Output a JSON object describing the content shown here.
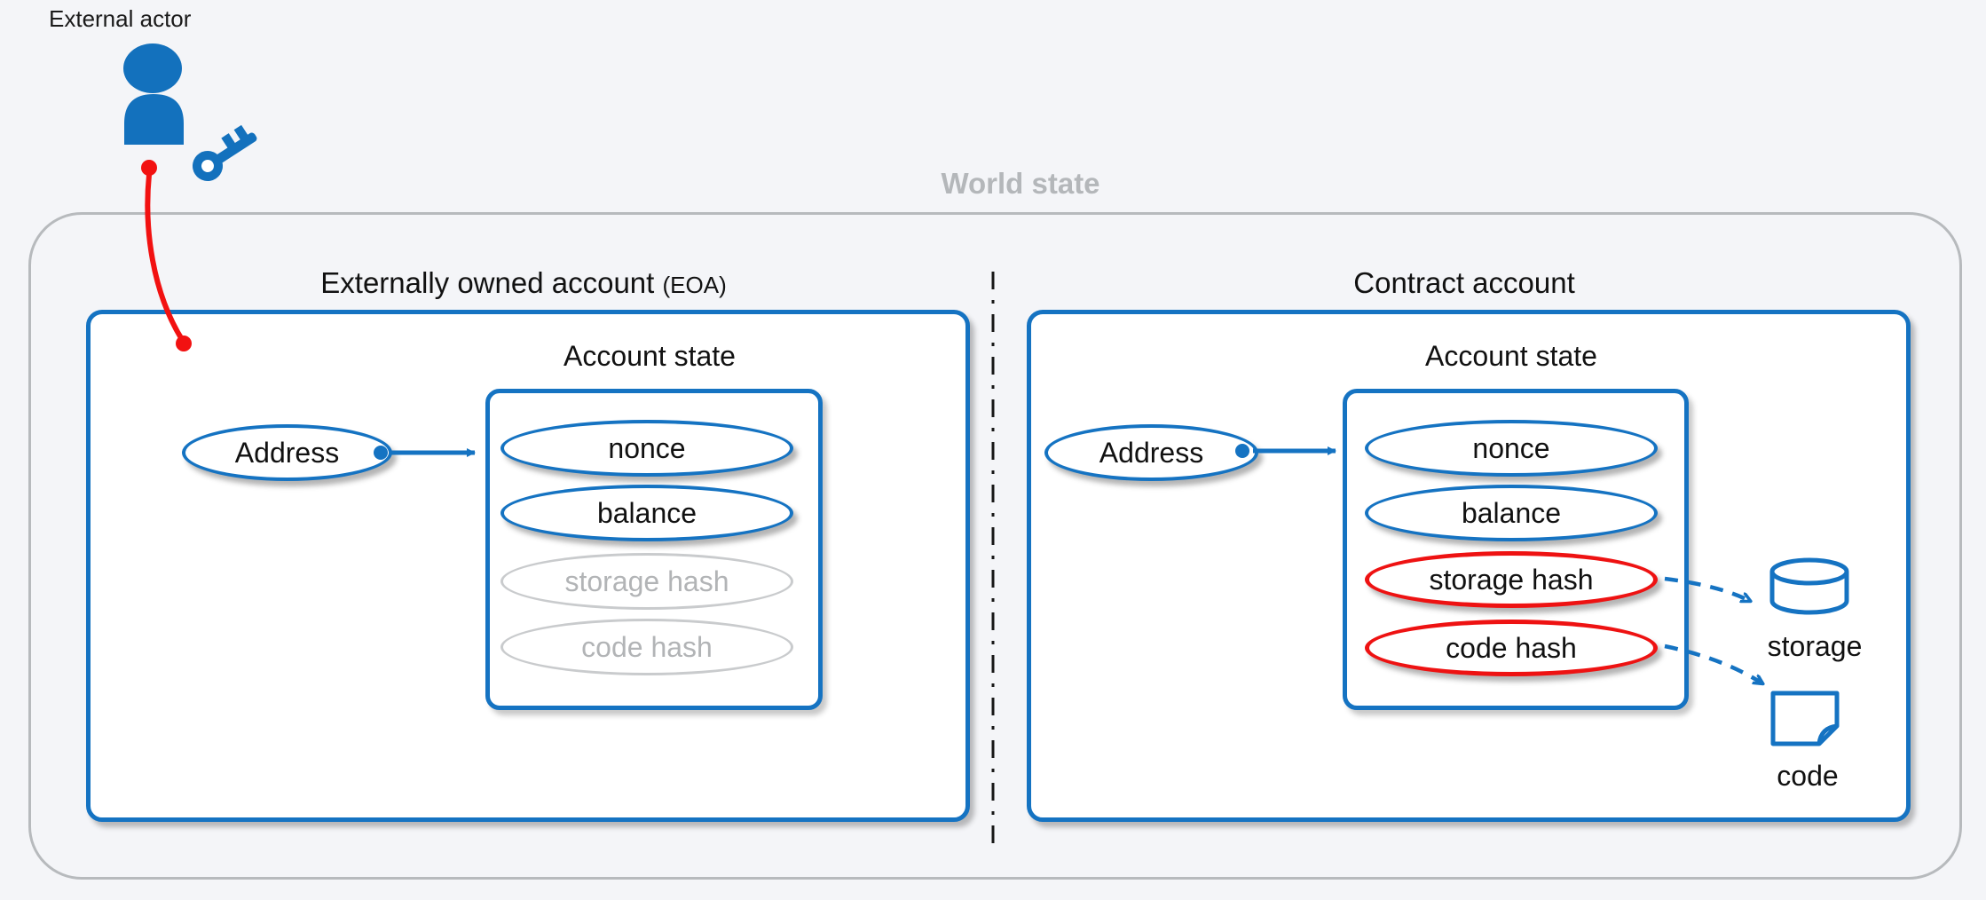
{
  "diagram": {
    "external_actor": {
      "label": "External actor"
    },
    "world_state": {
      "label": "World state"
    },
    "eoa": {
      "title_main": "Externally owned account",
      "title_suffix": "(EOA)",
      "account_state_label": "Account state",
      "address_label": "Address",
      "fields": [
        {
          "label": "nonce",
          "state": "active"
        },
        {
          "label": "balance",
          "state": "active"
        },
        {
          "label": "storage hash",
          "state": "unused"
        },
        {
          "label": "code hash",
          "state": "unused"
        }
      ]
    },
    "contract": {
      "title_main": "Contract account",
      "account_state_label": "Account state",
      "address_label": "Address",
      "fields": [
        {
          "label": "nonce",
          "state": "active"
        },
        {
          "label": "balance",
          "state": "active"
        },
        {
          "label": "storage hash",
          "state": "highlighted"
        },
        {
          "label": "code hash",
          "state": "highlighted"
        }
      ],
      "storage_icon_label": "storage",
      "code_icon_label": "code"
    },
    "icons": [
      "person-icon",
      "key-icon",
      "database-cylinder-icon",
      "document-icon"
    ],
    "colors": {
      "accent_blue": "#1573c2",
      "highlight_red": "#ee1212",
      "muted_gray": "#b7babd",
      "background": "#f4f5f8",
      "text_black": "#111111"
    }
  }
}
